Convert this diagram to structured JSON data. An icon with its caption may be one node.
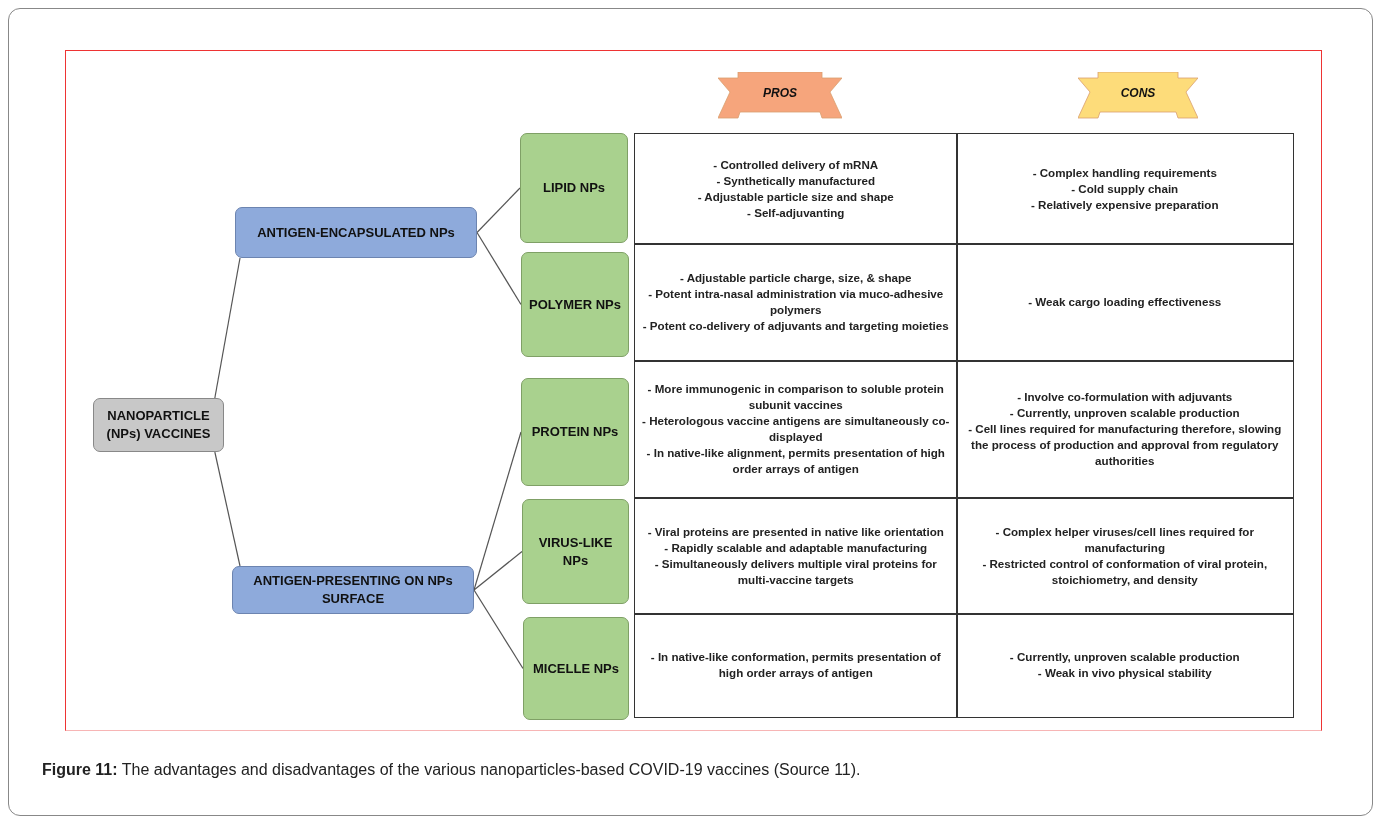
{
  "diagram": {
    "caption": "**Figure 11:** The advantages and disadvantages of the various nanoparticles-based COVID-19 vaccines (Source 11).",
    "nodes": [
      {
        "text": [
          "NANOPARTICLE (NPs) VACCINES"
        ]
      },
      {
        "text": [
          "ANTIGEN-ENCAPSULATED NPs"
        ]
      },
      {
        "text": [
          "ANTIGEN-PRESENTING ON NPs SURFACE"
        ]
      },
      {
        "text": [
          "LIPID NPs"
        ]
      },
      {
        "text": [
          "POLYMER NPs"
        ]
      },
      {
        "text": [
          "PROTEIN NPs"
        ]
      },
      {
        "text": [
          "VIRUS-LIKE NPs"
        ]
      },
      {
        "text": [
          "MICELLE NPs"
        ]
      },
      {
        "text": [
          "PROS"
        ]
      },
      {
        "text": [
          "CONS"
        ]
      }
    ],
    "edges": [
      {
        "from": 0,
        "to": 1,
        "arrow": "none"
      },
      {
        "from": 0,
        "to": 2,
        "arrow": "none"
      },
      {
        "from": 1,
        "to": 3,
        "arrow": "none"
      },
      {
        "from": 1,
        "to": 4,
        "arrow": "none"
      },
      {
        "from": 2,
        "to": 5,
        "arrow": "none"
      },
      {
        "from": 2,
        "to": 6,
        "arrow": "none"
      },
      {
        "from": 2,
        "to": 7,
        "arrow": "none"
      }
    ],
    "labels": [
      "- Controlled delivery of mRNA",
      "- Synthetically manufactured",
      "- Adjustable particle size and shape",
      "- Self-adjuvanting",
      "- Complex handling requirements",
      "- Cold supply chain",
      "- Relatively expensive preparation",
      "- Adjustable particle charge, size, & shape",
      "- Potent intra-nasal administration via muco-adhesive polymers",
      "- Potent co-delivery of adjuvants and targeting moieties",
      "- Weak cargo loading effectiveness",
      "- More immunogenic in comparison to soluble protein subunit vaccines",
      "- Heterologous vaccine antigens are simultaneously co-displayed",
      "- In native-like alignment, permits presentation of high order arrays of antigen",
      "- Involve co-formulation with adjuvants",
      "- Currently, unproven scalable production",
      "- Cell lines required for manufacturing therefore, slowing the process of production and approval from regulatory authorities",
      "- Viral proteins are presented in native like orientation",
      "- Rapidly scalable and adaptable manufacturing",
      "- Simultaneously delivers multiple viral proteins for multi-vaccine targets",
      "- Complex helper viruses/cell lines required for manufacturing",
      "- Restricted control of conformation of viral protein, stoichiometry, and density",
      "- In native-like conformation, permits presentation of high order arrays of antigen",
      "- Currently, unproven scalable production",
      "- Weak in vivo physical stability"
    ]
  }
}
